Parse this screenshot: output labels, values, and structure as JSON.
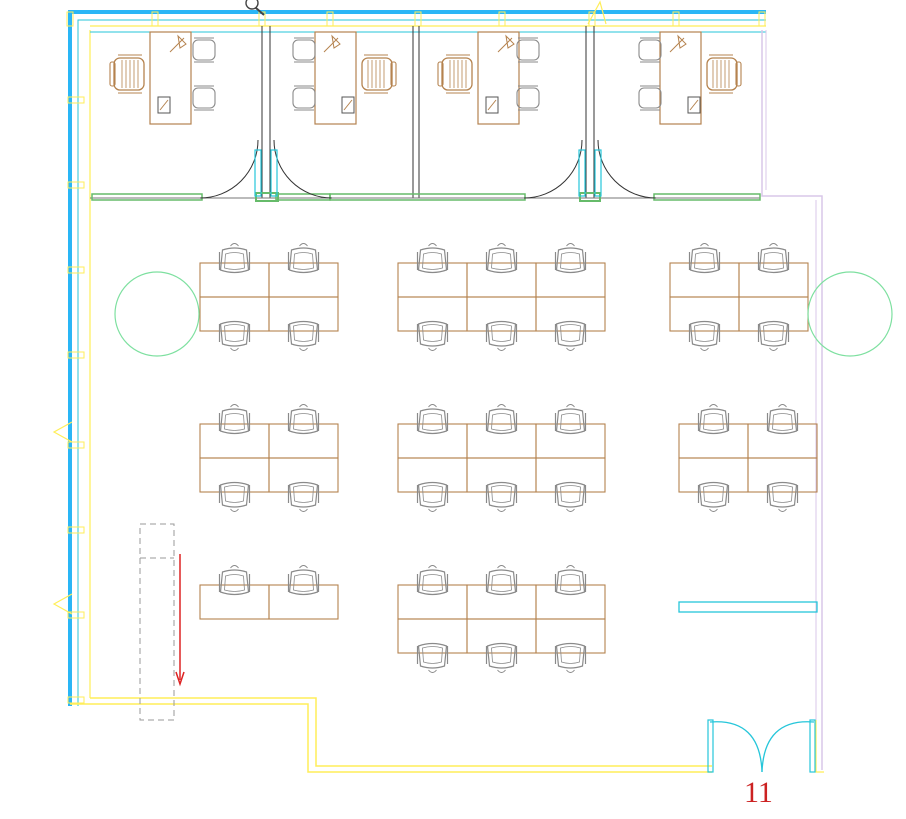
{
  "plan": {
    "room_number": "11",
    "colors": {
      "outer_wall": "#29b6f6",
      "partition": "#ffee58",
      "glass": "#66bb6a",
      "door": "#26c6da",
      "furniture": "#b5834f",
      "chair": "#8a8a8a",
      "circle": "#7ee0a0",
      "label": "#cc2222",
      "arrow": "#dd2222",
      "thin_wall": "#d9c7e9",
      "dashed": "#9a9a9a"
    },
    "offices": 4,
    "open_area_desk_groups": 8
  }
}
